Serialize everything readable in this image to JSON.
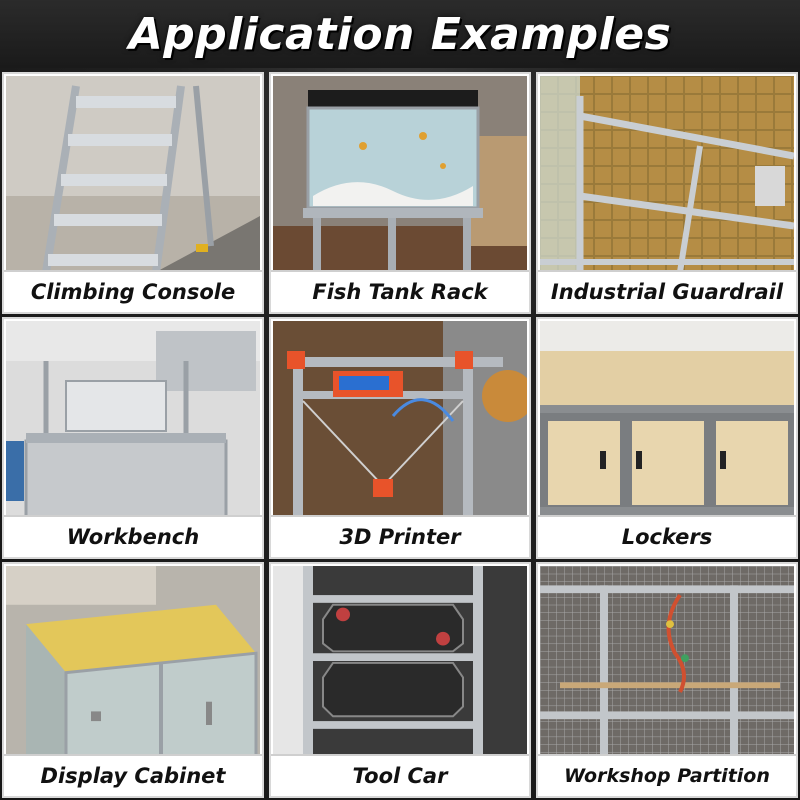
{
  "header": {
    "title": "Application Examples"
  },
  "colors": {
    "header_text": "#ffffff",
    "caption_text": "#111111",
    "aluminum": "#b9bec4",
    "accent_orange": "#e8532a",
    "board_yellow": "#e3c75a"
  },
  "cells": [
    {
      "caption": "Climbing Console",
      "icon": "ladder-photo"
    },
    {
      "caption": "Fish Tank Rack",
      "icon": "aquarium-photo"
    },
    {
      "caption": "Industrial Guardrail",
      "icon": "guardrail-photo"
    },
    {
      "caption": "Workbench",
      "icon": "workbench-photo"
    },
    {
      "caption": "3D Printer",
      "icon": "printer-photo"
    },
    {
      "caption": "Lockers",
      "icon": "lockers-photo"
    },
    {
      "caption": "Display Cabinet",
      "icon": "cabinet-photo"
    },
    {
      "caption": "Tool Car",
      "icon": "toolcar-photo"
    },
    {
      "caption": "Workshop Partition",
      "icon": "partition-photo"
    }
  ]
}
